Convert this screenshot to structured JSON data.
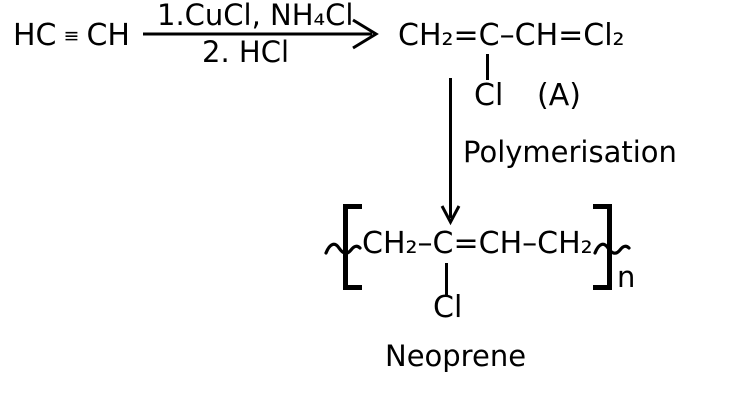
{
  "colors": {
    "ink": "#000000",
    "background": "#ffffff"
  },
  "reaction": {
    "reactant": {
      "left": "HC",
      "triple_bond": "≡",
      "right": "CH"
    },
    "arrow1": {
      "conditions_line1": "1.CuCl, NH₄Cl",
      "conditions_line2": "2. HCl"
    },
    "intermediate": {
      "formula": "CH₂=C–CH=Cl₂",
      "substituent": "Cl",
      "compound_label": "(A)"
    },
    "arrow2": {
      "label": "Polymerisation"
    },
    "polymer": {
      "repeat_unit": "CH₂–C=CH–CH₂",
      "substituent": "Cl",
      "index": "n",
      "name": "Neoprene"
    }
  }
}
